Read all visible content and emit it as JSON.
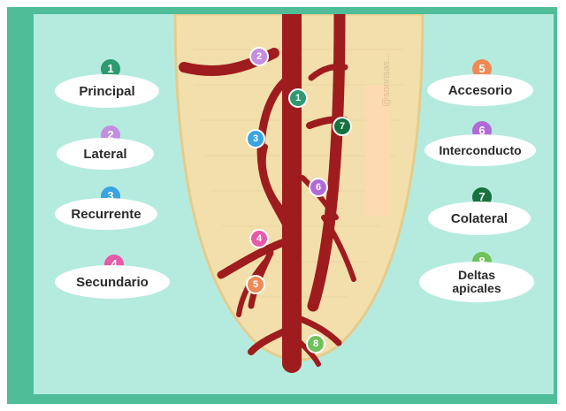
{
  "colors": {
    "frame": "#4fbd98",
    "background": "#b5ebdf",
    "root": "#f2dfac",
    "root_edge": "#e6cc8c",
    "canal": "#9e1c1e",
    "principal": "#2e9a70",
    "lateral": "#c48ee0",
    "recurrente": "#3aa4e2",
    "secundario": "#e75aa8",
    "accesorio": "#ef8a55",
    "interconducto": "#b06ad8",
    "colateral": "#17723d",
    "deltas": "#6fc25a"
  },
  "labels": {
    "principal": {
      "num": "1",
      "text": "Principal"
    },
    "lateral": {
      "num": "2",
      "text": "Lateral"
    },
    "recurrente": {
      "num": "3",
      "text": "Recurrente"
    },
    "secundario": {
      "num": "4",
      "text": "Secundario"
    },
    "accesorio": {
      "num": "5",
      "text": "Accesorio"
    },
    "interconducto": {
      "num": "6",
      "text": "Interconducto"
    },
    "colateral": {
      "num": "7",
      "text": "Colateral"
    },
    "deltas": {
      "num": "8",
      "text": "Deltas apicales"
    }
  },
  "markers": {
    "m1": "1",
    "m2": "2",
    "m3": "3",
    "m4": "4",
    "m5": "5",
    "m6": "6",
    "m7": "7",
    "m8": "8"
  },
  "watermark": "@sonrisas..."
}
